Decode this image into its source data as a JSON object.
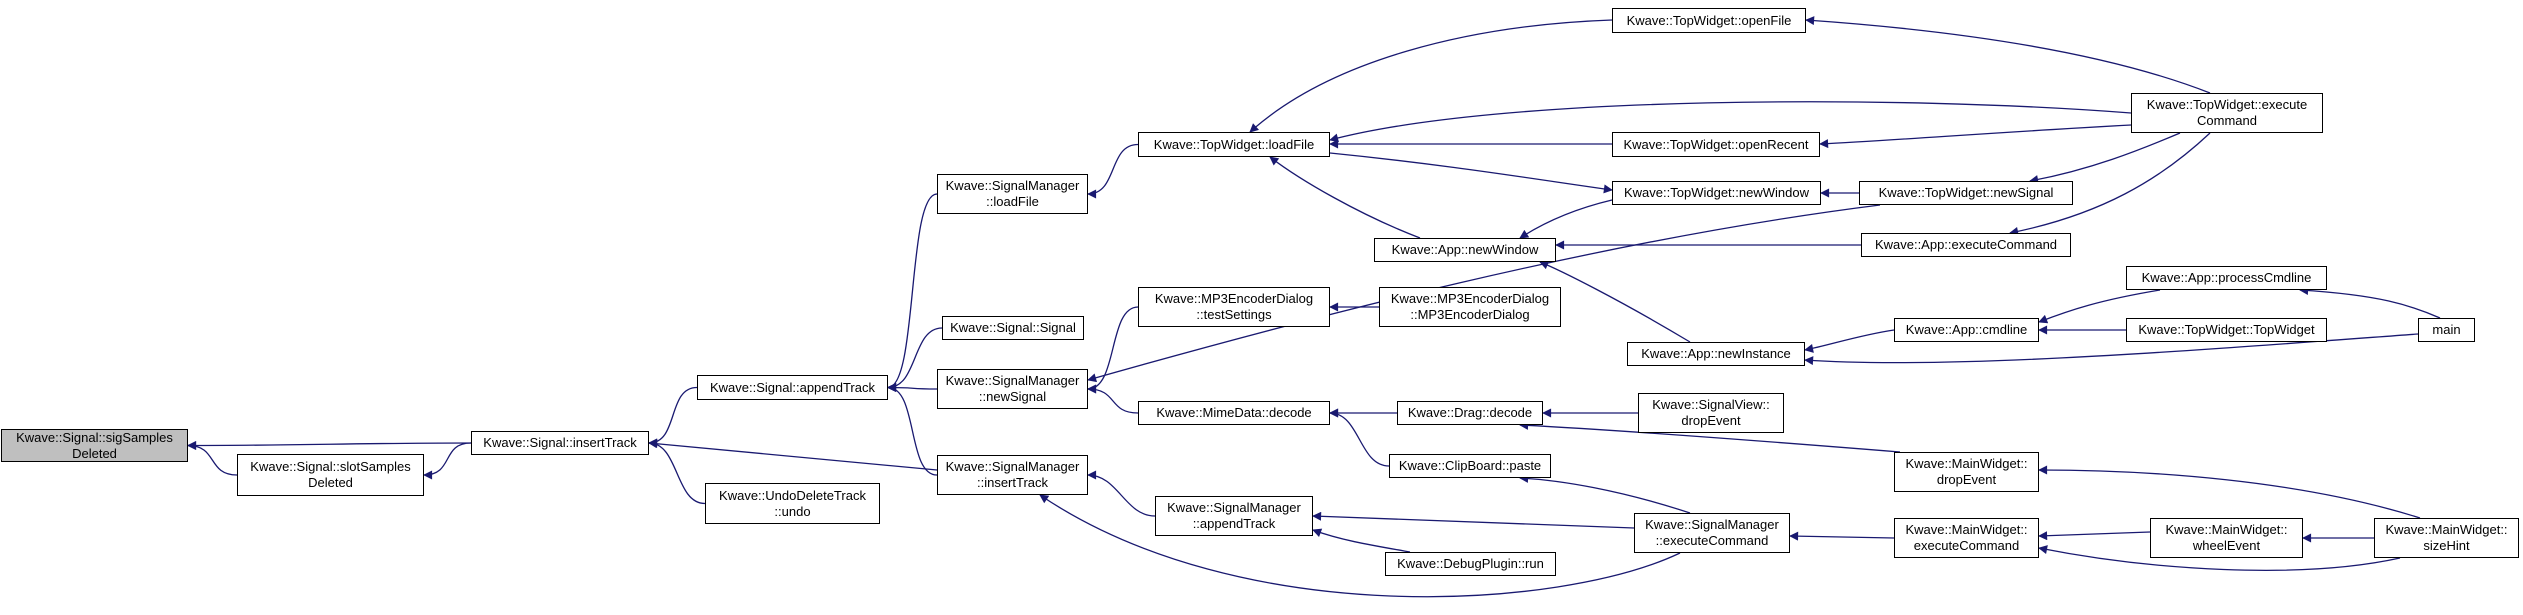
{
  "colors": {
    "edge": "#191970",
    "node_border": "#000000",
    "node_fill": "#ffffff",
    "highlight_fill": "#bfbfbf"
  },
  "nodes": [
    {
      "id": "sigSamplesDeleted",
      "lines": [
        "Kwave::Signal::sigSamples",
        "Deleted"
      ],
      "highlight": true
    },
    {
      "id": "slotSamplesDeleted",
      "lines": [
        "Kwave::Signal::slotSamples",
        "Deleted"
      ]
    },
    {
      "id": "insertTrack",
      "lines": [
        "Kwave::Signal::insertTrack"
      ]
    },
    {
      "id": "appendTrack",
      "lines": [
        "Kwave::Signal::appendTrack"
      ]
    },
    {
      "id": "undoDeleteTrack",
      "lines": [
        "Kwave::UndoDeleteTrack",
        "::undo"
      ]
    },
    {
      "id": "smLoadFile",
      "lines": [
        "Kwave::SignalManager",
        "::loadFile"
      ]
    },
    {
      "id": "signalSignal",
      "lines": [
        "Kwave::Signal::Signal"
      ]
    },
    {
      "id": "smNewSignal",
      "lines": [
        "Kwave::SignalManager",
        "::newSignal"
      ]
    },
    {
      "id": "smInsertTrack",
      "lines": [
        "Kwave::SignalManager",
        "::insertTrack"
      ]
    },
    {
      "id": "twLoadFile",
      "lines": [
        "Kwave::TopWidget::loadFile"
      ]
    },
    {
      "id": "mp3TestSettings",
      "lines": [
        "Kwave::MP3EncoderDialog",
        "::testSettings"
      ]
    },
    {
      "id": "mimeDecode",
      "lines": [
        "Kwave::MimeData::decode"
      ]
    },
    {
      "id": "smAppendTrack",
      "lines": [
        "Kwave::SignalManager",
        "::appendTrack"
      ]
    },
    {
      "id": "mp3Dialog",
      "lines": [
        "Kwave::MP3EncoderDialog",
        "::MP3EncoderDialog"
      ]
    },
    {
      "id": "appNewWindow",
      "lines": [
        "Kwave::App::newWindow"
      ]
    },
    {
      "id": "dragDecode",
      "lines": [
        "Kwave::Drag::decode"
      ]
    },
    {
      "id": "clipPaste",
      "lines": [
        "Kwave::ClipBoard::paste"
      ]
    },
    {
      "id": "debugRun",
      "lines": [
        "Kwave::DebugPlugin::run"
      ]
    },
    {
      "id": "twOpenFile",
      "lines": [
        "Kwave::TopWidget::openFile"
      ]
    },
    {
      "id": "twOpenRecent",
      "lines": [
        "Kwave::TopWidget::openRecent"
      ]
    },
    {
      "id": "twNewWindow",
      "lines": [
        "Kwave::TopWidget::newWindow"
      ]
    },
    {
      "id": "appNewInstance",
      "lines": [
        "Kwave::App::newInstance"
      ]
    },
    {
      "id": "svDropEvent",
      "lines": [
        "Kwave::SignalView::",
        "dropEvent"
      ]
    },
    {
      "id": "smExecuteCommand",
      "lines": [
        "Kwave::SignalManager",
        "::executeCommand"
      ]
    },
    {
      "id": "twNewSignal",
      "lines": [
        "Kwave::TopWidget::newSignal"
      ]
    },
    {
      "id": "appExecuteCommand",
      "lines": [
        "Kwave::App::executeCommand"
      ]
    },
    {
      "id": "appCmdline",
      "lines": [
        "Kwave::App::cmdline"
      ]
    },
    {
      "id": "mwDropEvent",
      "lines": [
        "Kwave::MainWidget::",
        "dropEvent"
      ]
    },
    {
      "id": "mwExecuteCommand",
      "lines": [
        "Kwave::MainWidget::",
        "executeCommand"
      ]
    },
    {
      "id": "twExecuteCommand",
      "lines": [
        "Kwave::TopWidget::execute",
        "Command"
      ]
    },
    {
      "id": "appProcessCmdline",
      "lines": [
        "Kwave::App::processCmdline"
      ]
    },
    {
      "id": "twTopWidget",
      "lines": [
        "Kwave::TopWidget::TopWidget"
      ]
    },
    {
      "id": "mwWheelEvent",
      "lines": [
        "Kwave::MainWidget::",
        "wheelEvent"
      ]
    },
    {
      "id": "main",
      "lines": [
        "main"
      ]
    },
    {
      "id": "mwSizeHint",
      "lines": [
        "Kwave::MainWidget::",
        "sizeHint"
      ]
    }
  ],
  "edges": [
    {
      "to": "sigSamplesDeleted",
      "from": "insertTrack"
    },
    {
      "to": "sigSamplesDeleted",
      "from": "slotSamplesDeleted"
    },
    {
      "to": "slotSamplesDeleted",
      "from": "insertTrack"
    },
    {
      "to": "insertTrack",
      "from": "appendTrack"
    },
    {
      "to": "insertTrack",
      "from": "undoDeleteTrack"
    },
    {
      "to": "insertTrack",
      "from": "smInsertTrack"
    },
    {
      "to": "appendTrack",
      "from": "smLoadFile"
    },
    {
      "to": "appendTrack",
      "from": "signalSignal"
    },
    {
      "to": "appendTrack",
      "from": "smNewSignal"
    },
    {
      "to": "appendTrack",
      "from": "smInsertTrack"
    },
    {
      "to": "smLoadFile",
      "from": "twLoadFile"
    },
    {
      "to": "smNewSignal",
      "from": "mp3TestSettings"
    },
    {
      "to": "smNewSignal",
      "from": "mimeDecode"
    },
    {
      "to": "smNewSignal",
      "from": "twNewSignal"
    },
    {
      "to": "smInsertTrack",
      "from": "smAppendTrack"
    },
    {
      "to": "smInsertTrack",
      "from": "smExecuteCommand"
    },
    {
      "to": "twLoadFile",
      "from": "twOpenFile"
    },
    {
      "to": "twLoadFile",
      "from": "twExecuteCommand"
    },
    {
      "to": "twLoadFile",
      "from": "twOpenRecent"
    },
    {
      "to": "twLoadFile",
      "from": "appNewWindow"
    },
    {
      "to": "twNewWindow",
      "from": "twLoadFile"
    },
    {
      "to": "mp3TestSettings",
      "from": "mp3Dialog"
    },
    {
      "to": "mimeDecode",
      "from": "dragDecode"
    },
    {
      "to": "mimeDecode",
      "from": "clipPaste"
    },
    {
      "to": "smAppendTrack",
      "from": "smExecuteCommand"
    },
    {
      "to": "smAppendTrack",
      "from": "debugRun"
    },
    {
      "to": "appNewWindow",
      "from": "twNewWindow"
    },
    {
      "to": "appNewWindow",
      "from": "appExecuteCommand"
    },
    {
      "to": "appNewWindow",
      "from": "appNewInstance"
    },
    {
      "to": "dragDecode",
      "from": "svDropEvent"
    },
    {
      "to": "dragDecode",
      "from": "mwDropEvent"
    },
    {
      "to": "clipPaste",
      "from": "smExecuteCommand"
    },
    {
      "to": "twOpenFile",
      "from": "twExecuteCommand"
    },
    {
      "to": "twOpenRecent",
      "from": "twExecuteCommand"
    },
    {
      "to": "twNewWindow",
      "from": "twNewSignal"
    },
    {
      "to": "appNewInstance",
      "from": "appCmdline"
    },
    {
      "to": "appNewInstance",
      "from": "main"
    },
    {
      "to": "smExecuteCommand",
      "from": "mwExecuteCommand"
    },
    {
      "to": "twNewSignal",
      "from": "twExecuteCommand"
    },
    {
      "to": "appExecuteCommand",
      "from": "twExecuteCommand"
    },
    {
      "to": "appCmdline",
      "from": "appProcessCmdline"
    },
    {
      "to": "appCmdline",
      "from": "twTopWidget"
    },
    {
      "to": "mwDropEvent",
      "from": "mwSizeHint"
    },
    {
      "to": "mwExecuteCommand",
      "from": "mwWheelEvent"
    },
    {
      "to": "mwExecuteCommand",
      "from": "mwSizeHint"
    },
    {
      "to": "appProcessCmdline",
      "from": "main"
    },
    {
      "to": "mwWheelEvent",
      "from": "mwSizeHint"
    }
  ]
}
